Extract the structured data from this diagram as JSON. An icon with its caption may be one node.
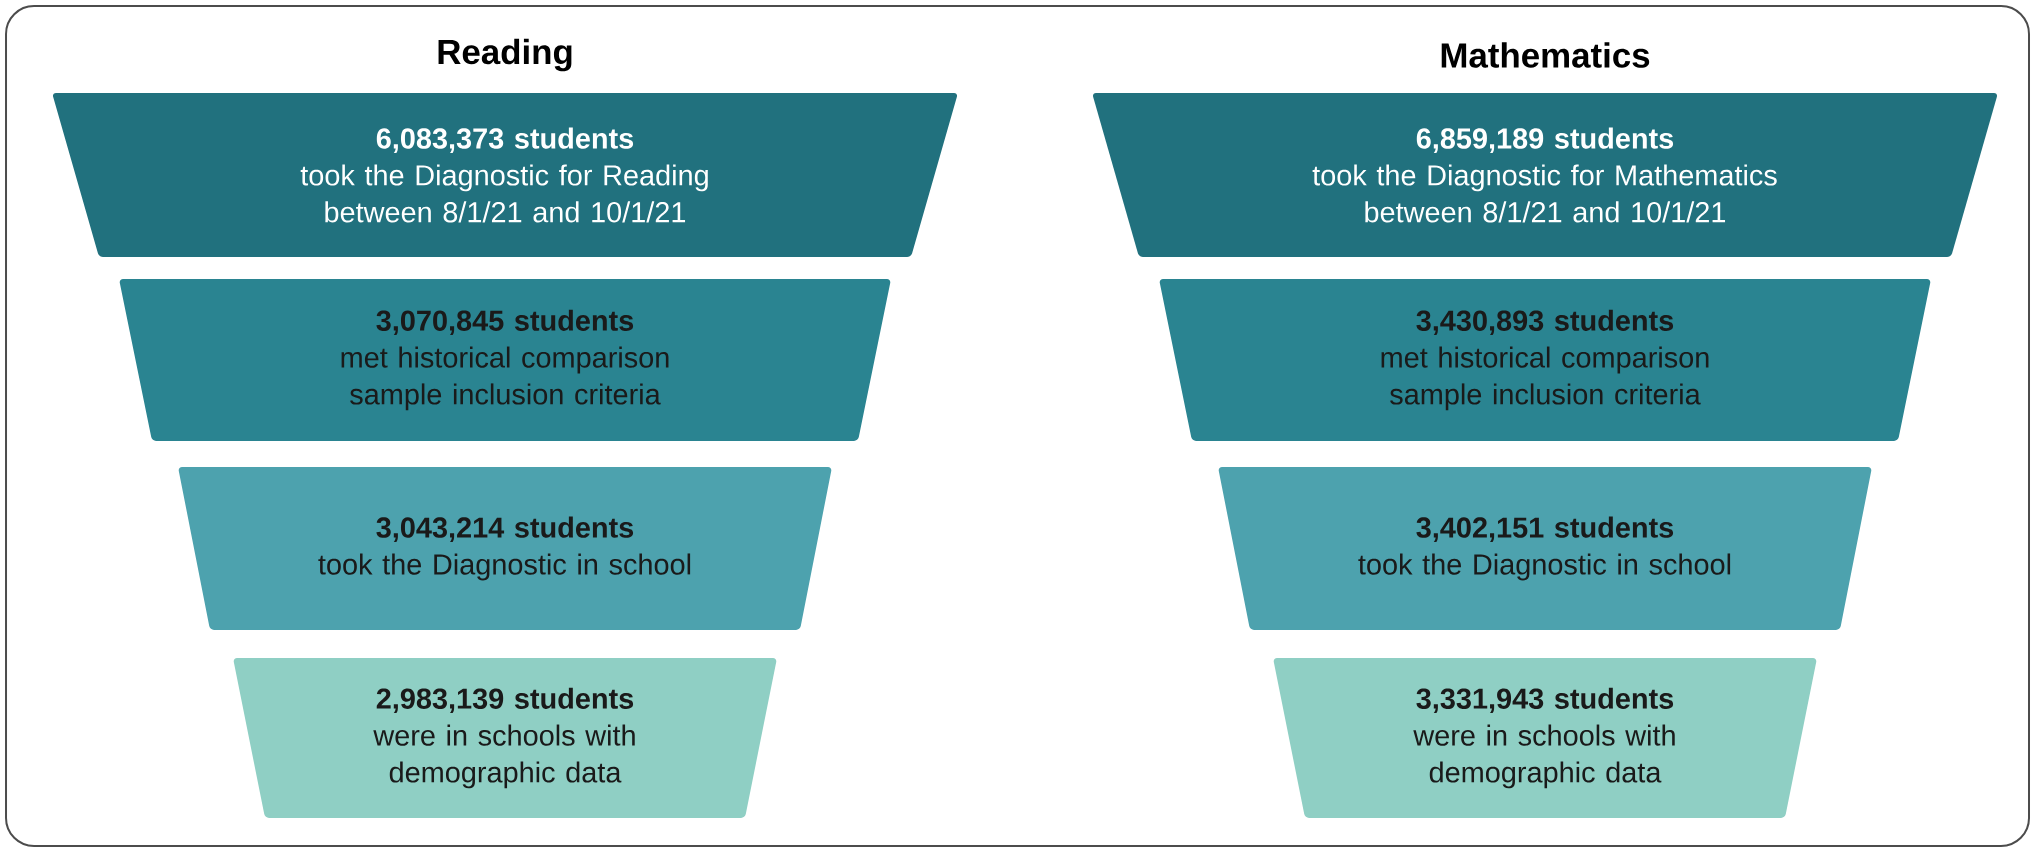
{
  "diagram": {
    "nodes": [
      {
        "text": [
          "6,083,373 students",
          "took the Diagnostic for Reading between 8/1/21 and 10/1/21"
        ]
      },
      {
        "text": [
          "3,070,845 students",
          "met historical comparison sample inclusion criteria"
        ]
      },
      {
        "text": [
          "3,043,214 students",
          "took the Diagnostic in school"
        ]
      },
      {
        "text": [
          "2,983,139 students",
          "were in schools with demographic data"
        ]
      },
      {
        "text": [
          "6,859,189 students",
          "took the Diagnostic for Mathematics between 8/1/21 and 10/1/21"
        ]
      },
      {
        "text": [
          "3,430,893 students",
          "met historical comparison sample inclusion criteria"
        ]
      },
      {
        "text": [
          "3,402,151 students",
          "took the Diagnostic in school"
        ]
      },
      {
        "text": [
          "3,331,943 students",
          "were in schools with demographic data"
        ]
      }
    ],
    "labels": [
      "Reading",
      "Mathematics"
    ]
  }
}
